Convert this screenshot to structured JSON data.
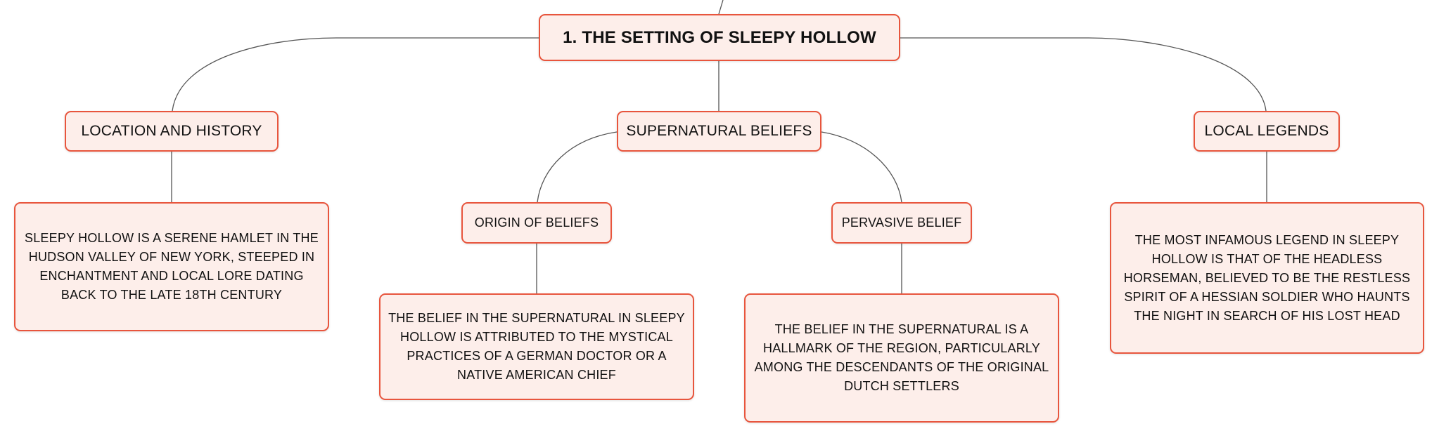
{
  "colors": {
    "node_border": "#e8553d",
    "node_fill": "#fdeeea",
    "connector": "#555555"
  },
  "root": {
    "title": "1. THE SETTING OF SLEEPY HOLLOW"
  },
  "branches": [
    {
      "title": "LOCATION AND HISTORY",
      "detail": "SLEEPY HOLLOW IS A SERENE HAMLET IN THE HUDSON VALLEY OF NEW YORK, STEEPED IN ENCHANTMENT AND LOCAL LORE DATING BACK TO THE LATE 18TH CENTURY"
    },
    {
      "title": "SUPERNATURAL BELIEFS",
      "children": [
        {
          "title": "ORIGIN OF BELIEFS",
          "detail": "THE BELIEF IN THE SUPERNATURAL IN SLEEPY HOLLOW IS ATTRIBUTED TO THE MYSTICAL PRACTICES OF A GERMAN DOCTOR OR A NATIVE AMERICAN CHIEF"
        },
        {
          "title": "PERVASIVE BELIEF",
          "detail": "THE BELIEF IN THE SUPERNATURAL IS A HALLMARK OF THE REGION, PARTICULARLY AMONG THE DESCENDANTS OF THE ORIGINAL DUTCH SETTLERS"
        }
      ]
    },
    {
      "title": "LOCAL LEGENDS",
      "detail": "THE MOST INFAMOUS LEGEND IN SLEEPY HOLLOW IS THAT OF THE HEADLESS HORSEMAN, BELIEVED TO BE THE RESTLESS SPIRIT OF A HESSIAN SOLDIER WHO HAUNTS THE NIGHT IN SEARCH OF HIS LOST HEAD"
    }
  ]
}
